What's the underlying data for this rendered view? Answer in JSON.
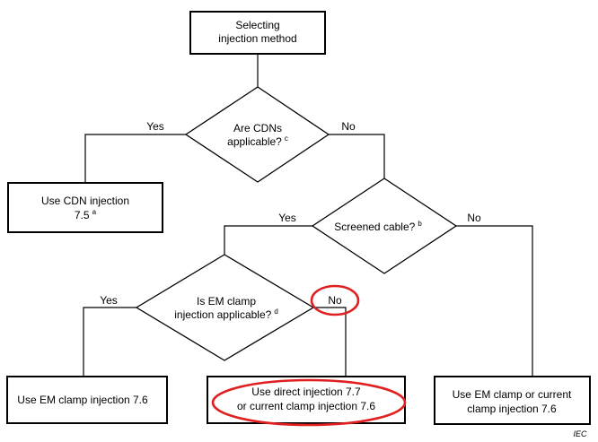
{
  "diagram": {
    "highlight_color": "#e02020",
    "nodes": {
      "start": {
        "line1": "Selecting",
        "line2": "injection method"
      },
      "q_cdn": {
        "line1": "Are CDNs",
        "line2": "applicable?",
        "note": "c"
      },
      "cdn_injection": {
        "line1": "Use CDN injection",
        "line2": "7.5",
        "note": "a"
      },
      "q_screened": {
        "line1": "Screened cable?",
        "note": "b"
      },
      "q_em_clamp": {
        "line1": "Is EM clamp",
        "line2": "injection applicable?",
        "note": "d"
      },
      "em_clamp_injection": {
        "line1": "Use EM clamp injection 7.6"
      },
      "direct_injection": {
        "line1": "Use direct injection 7.7",
        "line2": "or current clamp injection 7.6"
      },
      "em_or_current_clamp": {
        "line1": "Use EM clamp or current",
        "line2": "clamp injection 7.6"
      }
    },
    "edge_labels": {
      "cdn_yes": "Yes",
      "cdn_no": "No",
      "screened_yes": "Yes",
      "screened_no": "No",
      "em_yes": "Yes",
      "em_no": "No"
    },
    "credit": "IEC"
  }
}
